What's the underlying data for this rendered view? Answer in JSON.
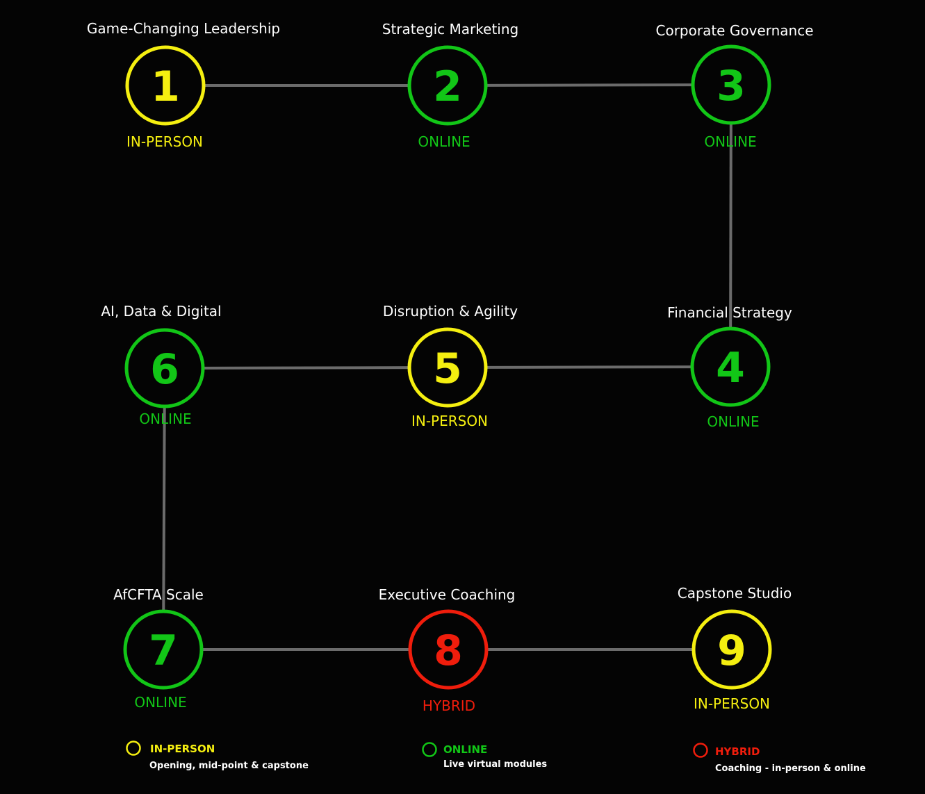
{
  "colors": {
    "background": "#040404",
    "connector": "#6b6b6b",
    "in_person": "#f5ef10",
    "online": "#12c617",
    "hybrid": "#f01d0c",
    "title_text": "#ffffff"
  },
  "modules": [
    {
      "number": "1",
      "title": "Game-Changing Leadership",
      "mode": "IN-PERSON",
      "type": "in_person"
    },
    {
      "number": "2",
      "title": "Strategic Marketing",
      "mode": "ONLINE",
      "type": "online"
    },
    {
      "number": "3",
      "title": "Corporate Governance",
      "mode": "ONLINE",
      "type": "online"
    },
    {
      "number": "4",
      "title": "Financial Strategy",
      "mode": "ONLINE",
      "type": "online"
    },
    {
      "number": "5",
      "title": "Disruption & Agility",
      "mode": "IN-PERSON",
      "type": "in_person"
    },
    {
      "number": "6",
      "title": "AI, Data & Digital",
      "mode": "ONLINE",
      "type": "online"
    },
    {
      "number": "7",
      "title": "AfCFTA Scale",
      "mode": "ONLINE",
      "type": "online"
    },
    {
      "number": "8",
      "title": "Executive Coaching",
      "mode": "HYBRID",
      "type": "hybrid"
    },
    {
      "number": "9",
      "title": "Capstone Studio",
      "mode": "IN-PERSON",
      "type": "in_person"
    }
  ],
  "legend": [
    {
      "label": "IN-PERSON",
      "description": "Opening, mid-point & capstone",
      "type": "in_person"
    },
    {
      "label": "ONLINE",
      "description": "Live virtual modules",
      "type": "online"
    },
    {
      "label": "HYBRID",
      "description": "Coaching - in-person & online",
      "type": "hybrid"
    }
  ]
}
